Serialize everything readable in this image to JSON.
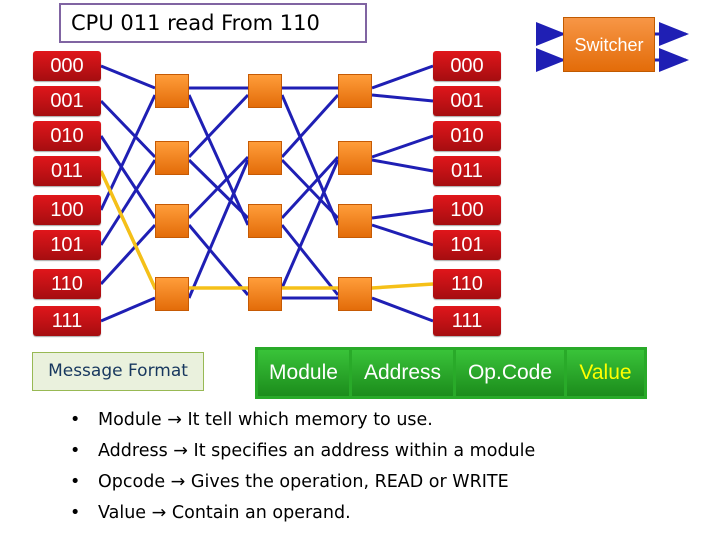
{
  "title": "CPU 011 read From 110",
  "cpu_labels": [
    "000",
    "001",
    "010",
    "011",
    "100",
    "101",
    "110",
    "111"
  ],
  "memory_labels": [
    "000",
    "001",
    "010",
    "011",
    "100",
    "101",
    "110",
    "111"
  ],
  "switcher_label": "Switcher",
  "message_format": {
    "label": "Message Format",
    "fields": [
      {
        "text": "Module",
        "color": "#ffffff"
      },
      {
        "text": "Address",
        "color": "#ffffff"
      },
      {
        "text": "Op.Code",
        "color": "#ffffff"
      },
      {
        "text": "Value",
        "color": "#ffff00"
      }
    ]
  },
  "bullets": [
    {
      "name": "Module",
      "desc": "It tell which memory to use."
    },
    {
      "name": "Address",
      "desc": "It specifies an address within a module"
    },
    {
      "name": "Opcode",
      "desc": "Gives the operation, READ or WRITE"
    },
    {
      "name": "Value",
      "desc": "Contain an operand."
    }
  ],
  "colors": {
    "wire": "#1f1fb4",
    "highlight_path": "#f5c018",
    "node": "#f79646",
    "label": "#c00000",
    "field_bg": "#29aa29"
  }
}
